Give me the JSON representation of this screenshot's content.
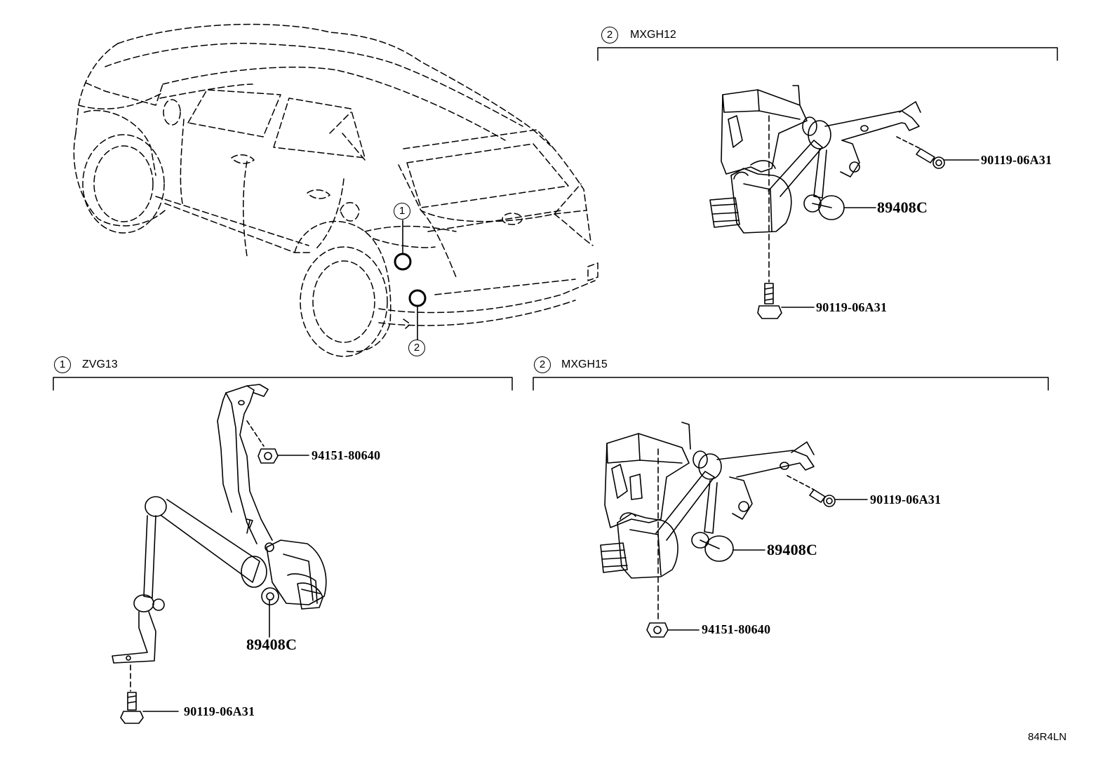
{
  "sections": {
    "mxgh12": {
      "index": "2",
      "model": "MXGH12"
    },
    "zvg13": {
      "index": "1",
      "model": "ZVG13"
    },
    "mxgh15": {
      "index": "2",
      "model": "MXGH15"
    }
  },
  "vehicle_callouts": {
    "marker_1": "1",
    "marker_2": "2"
  },
  "parts": {
    "mxgh12_bolt_top": "90119-06A31",
    "mxgh12_sensor": "89408C",
    "mxgh12_bolt_bottom": "90119-06A31",
    "zvg13_nut": "94151-80640",
    "zvg13_sensor": "89408C",
    "zvg13_bolt": "90119-06A31",
    "mxgh15_bolt": "90119-06A31",
    "mxgh15_sensor": "89408C",
    "mxgh15_nut": "94151-80640"
  },
  "diagram_code": "84R4LN"
}
